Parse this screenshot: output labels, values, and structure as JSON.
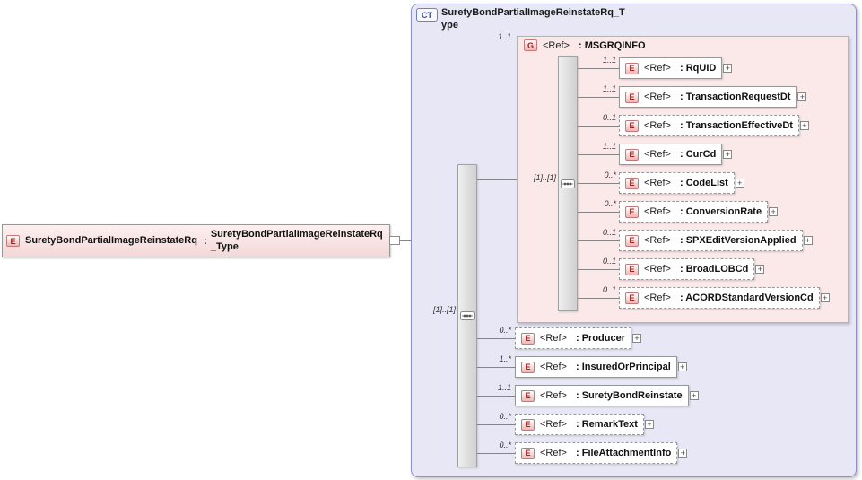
{
  "diagram": {
    "ui": {
      "element_icon": "E",
      "expand_glyph": "+"
    },
    "colors": {
      "ct_background": "#e7e7f6",
      "ct_border": "#9191c1",
      "group_background": "#fbe9e9",
      "element_icon_color": "#a02020",
      "line_color": "#858585"
    },
    "root_element": {
      "icon": "E",
      "name": "SuretyBondPartialImageReinstateRq",
      "colon": ":",
      "type": "SuretyBondPartialImageReinstateRq_Type"
    },
    "complex_type": {
      "icon": "CT",
      "title": "SuretyBondPartialImageReinstateRq_Type",
      "compositor": {
        "kind": "sequence",
        "occurrence": "[1]..[1]"
      },
      "group": {
        "cardinality": "1..1",
        "icon": "G",
        "ref": "<Ref>",
        "name": ": MSGRQINFO",
        "compositor": {
          "kind": "sequence",
          "occurrence": "[1]..[1]"
        },
        "children": [
          {
            "cardinality": "1..1",
            "ref": "<Ref>",
            "name": ": RqUID",
            "optional": false
          },
          {
            "cardinality": "1..1",
            "ref": "<Ref>",
            "name": ": TransactionRequestDt",
            "optional": false
          },
          {
            "cardinality": "0..1",
            "ref": "<Ref>",
            "name": ": TransactionEffectiveDt",
            "optional": true
          },
          {
            "cardinality": "1..1",
            "ref": "<Ref>",
            "name": ": CurCd",
            "optional": false
          },
          {
            "cardinality": "0..*",
            "ref": "<Ref>",
            "name": ": CodeList",
            "optional": true
          },
          {
            "cardinality": "0..*",
            "ref": "<Ref>",
            "name": ": ConversionRate",
            "optional": true
          },
          {
            "cardinality": "0..1",
            "ref": "<Ref>",
            "name": ": SPXEditVersionApplied",
            "optional": true
          },
          {
            "cardinality": "0..1",
            "ref": "<Ref>",
            "name": ": BroadLOBCd",
            "optional": true
          },
          {
            "cardinality": "0..1",
            "ref": "<Ref>",
            "name": ": ACORDStandardVersionCd",
            "optional": true
          }
        ]
      },
      "children": [
        {
          "cardinality": "0..*",
          "ref": "<Ref>",
          "name": ": Producer",
          "optional": true
        },
        {
          "cardinality": "1..*",
          "ref": "<Ref>",
          "name": ": InsuredOrPrincipal",
          "optional": false
        },
        {
          "cardinality": "1..1",
          "ref": "<Ref>",
          "name": ": SuretyBondReinstate",
          "optional": false
        },
        {
          "cardinality": "0..*",
          "ref": "<Ref>",
          "name": ": RemarkText",
          "optional": true
        },
        {
          "cardinality": "0..*",
          "ref": "<Ref>",
          "name": ": FileAttachmentInfo",
          "optional": true
        }
      ]
    }
  }
}
